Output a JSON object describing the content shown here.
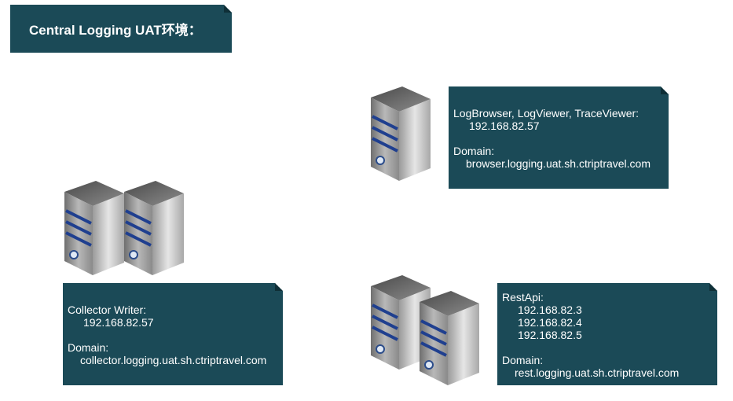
{
  "title": "Central Logging UAT环境：",
  "icons": {
    "server": "server-tower-icon"
  },
  "colors": {
    "note_bg": "#1b4a57",
    "note_text": "#ffffff",
    "server_stripe": "#1f3f8f"
  },
  "browser_note": {
    "heading": "LogBrowser, LogViewer, TraceViewer:",
    "ips": [
      "192.168.82.57"
    ],
    "domain_label": "Domain:",
    "domain": "browser.logging.uat.sh.ctriptravel.com"
  },
  "collector_note": {
    "heading": "Collector Writer:",
    "ips": [
      "192.168.82.57"
    ],
    "domain_label": "Domain:",
    "domain": "collector.logging.uat.sh.ctriptravel.com"
  },
  "rest_note": {
    "heading": "RestApi:",
    "ips": [
      "192.168.82.3",
      "192.168.82.4",
      "192.168.82.5"
    ],
    "domain_label": "Domain:",
    "domain": "rest.logging.uat.sh.ctriptravel.com"
  }
}
